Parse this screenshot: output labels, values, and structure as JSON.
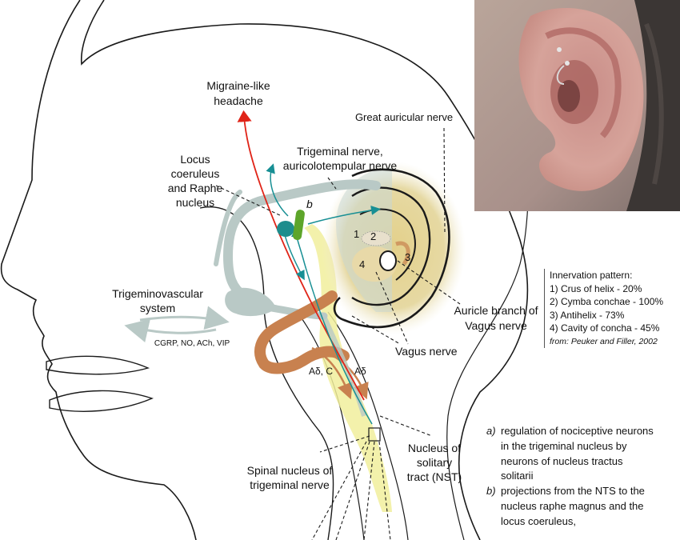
{
  "labels": {
    "migraine_line1": "Migraine-like",
    "migraine_line2": "headache",
    "great_auricular": "Great auricular nerve",
    "trigeminal_line1": "Trigeminal nerve,",
    "trigeminal_line2": "auricolotempular nerve",
    "locus_line1": "Locus",
    "locus_line2": "coeruleus",
    "locus_line3": "and Raphe",
    "locus_line4": "nucleus",
    "b_marker": "b",
    "region_1": "1",
    "region_2": "2",
    "region_3": "3",
    "region_4": "4",
    "trigemino_line1": "Trigeminovascular",
    "trigemino_line2": "system",
    "mediators": "CGRP, NO, ACh, VIP",
    "auricle_line1": "Auricle branch of",
    "auricle_line2": "Vagus nerve",
    "vagus": "Vagus nerve",
    "fiber_adelta_c": "Aδ, C",
    "fiber_adelta": "Aδ",
    "nst_line1": "Nucleus of",
    "nst_line2": "solitary",
    "nst_line3": "tract (NST)",
    "spinal_line1": "Spinal nucleus of",
    "spinal_line2": "trigeminal nerve"
  },
  "legend": {
    "title": "Innervation pattern:",
    "items": [
      "1) Crus of helix - 20%",
      "2) Cymba conchae - 100%",
      "3) Antihelix - 73%",
      "4) Cavity of concha - 45%"
    ],
    "source": "from: Peuker and Filler, 2002"
  },
  "notes": [
    {
      "key": "a)",
      "text_line1": "regulation of nociceptive neurons",
      "text_line2": "in the trigeminal nucleus by",
      "text_line3": "neurons of nucleus tractus",
      "text_line4": "solitarii"
    },
    {
      "key": "b)",
      "text_line1": "projections from the NTS to the",
      "text_line2": "nucleus raphe magnus and the",
      "text_line3": "locus coeruleus,"
    }
  ],
  "colors": {
    "outline": "#1a1a1a",
    "trigeminal_nerve": "#b9c9c6",
    "vagus_nerve": "#c8814f",
    "spinal_nucleus": "#f1ee9c",
    "ear_fill": "#dccb8c",
    "migraine_arrow": "#e02418",
    "projection_arrow": "#178f94",
    "locus_nucleus": "#1e8d8d",
    "raphe_nucleus": "#5da52a"
  },
  "icons": {
    "photo": "ear-photo-with-piercing"
  }
}
